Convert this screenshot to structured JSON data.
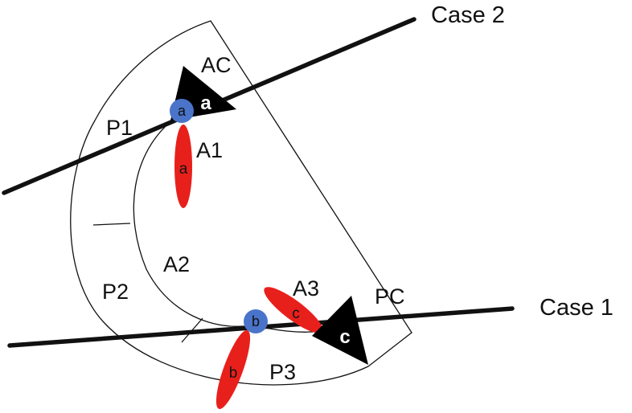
{
  "diagram": {
    "cases": {
      "case2": "Case 2",
      "case1": "Case 1"
    },
    "regions": {
      "ac": "AC",
      "pc": "PC",
      "p1": "P1",
      "p2": "P2",
      "p3": "P3",
      "a1": "A1",
      "a2": "A2",
      "a3": "A3"
    },
    "markers": {
      "triangle_a": "a",
      "triangle_c": "c",
      "dot_a": "a",
      "dot_b": "b",
      "petal_a": "a",
      "petal_b": "b",
      "petal_c": "c"
    },
    "colors": {
      "line": "#111111",
      "petal": "#e8201c",
      "dot": "#4a74c9",
      "triangle": "#000000"
    }
  }
}
